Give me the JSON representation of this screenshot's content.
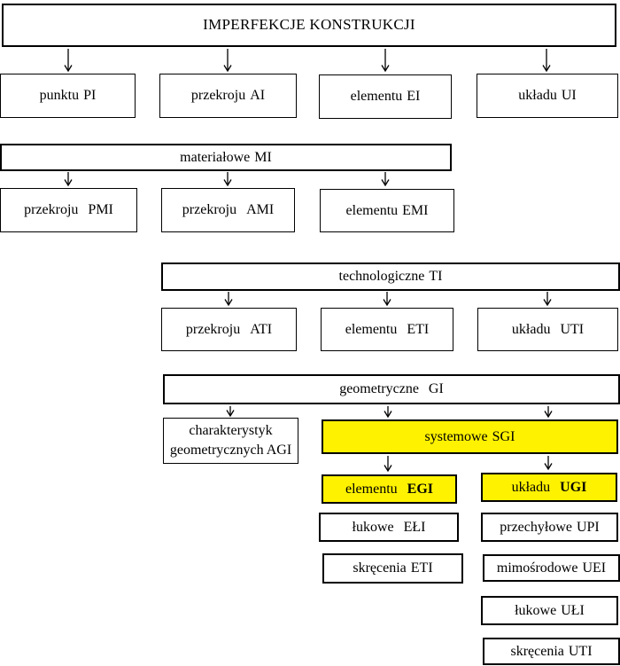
{
  "colors": {
    "highlight_yellow": "#fff200",
    "box_border": "#000000",
    "text": "#000000",
    "page_bg": "#ffffff"
  },
  "root": {
    "label": "IMPERFEKCJE KONSTRUKCJI"
  },
  "level1": [
    {
      "name": "punktu",
      "code": "PI"
    },
    {
      "name": "przekroju",
      "code": "AI"
    },
    {
      "name": "elementu",
      "code": "EI"
    },
    {
      "name": "układu",
      "code": "UI"
    }
  ],
  "material": {
    "header": {
      "name": "materiałowe",
      "code": "MI"
    },
    "children": [
      {
        "name": "przekroju",
        "code": "PMI"
      },
      {
        "name": "przekroju",
        "code": "AMI"
      },
      {
        "name": "elementu",
        "code": "EMI"
      }
    ]
  },
  "technological": {
    "header": {
      "name": "technologiczne",
      "code": "TI"
    },
    "children": [
      {
        "name": "przekroju",
        "code": "ATI"
      },
      {
        "name": "elementu",
        "code": "ETI"
      },
      {
        "name": "układu",
        "code": "UTI"
      }
    ]
  },
  "geometric": {
    "header": {
      "name": "geometryczne",
      "code": "GI"
    },
    "agi": {
      "line1": "charakterystyk",
      "line2": "geometrycznych AGI"
    },
    "sgi": {
      "name": "systemowe",
      "code": "SGI"
    }
  },
  "system": {
    "egi": {
      "name": "elementu",
      "code": "EGI"
    },
    "ugi": {
      "name": "układu",
      "code": "UGI"
    }
  },
  "egi_children": [
    {
      "name": "łukowe",
      "code": "EŁI"
    },
    {
      "name": "skręcenia",
      "code": "ETI"
    }
  ],
  "ugi_children": [
    {
      "name": "przechyłowe",
      "code": "UPI"
    },
    {
      "name": "mimośrodowe",
      "code": "UEI"
    },
    {
      "name": "łukowe",
      "code": "UŁI"
    },
    {
      "name": "skręcenia",
      "code": "UTI"
    }
  ]
}
